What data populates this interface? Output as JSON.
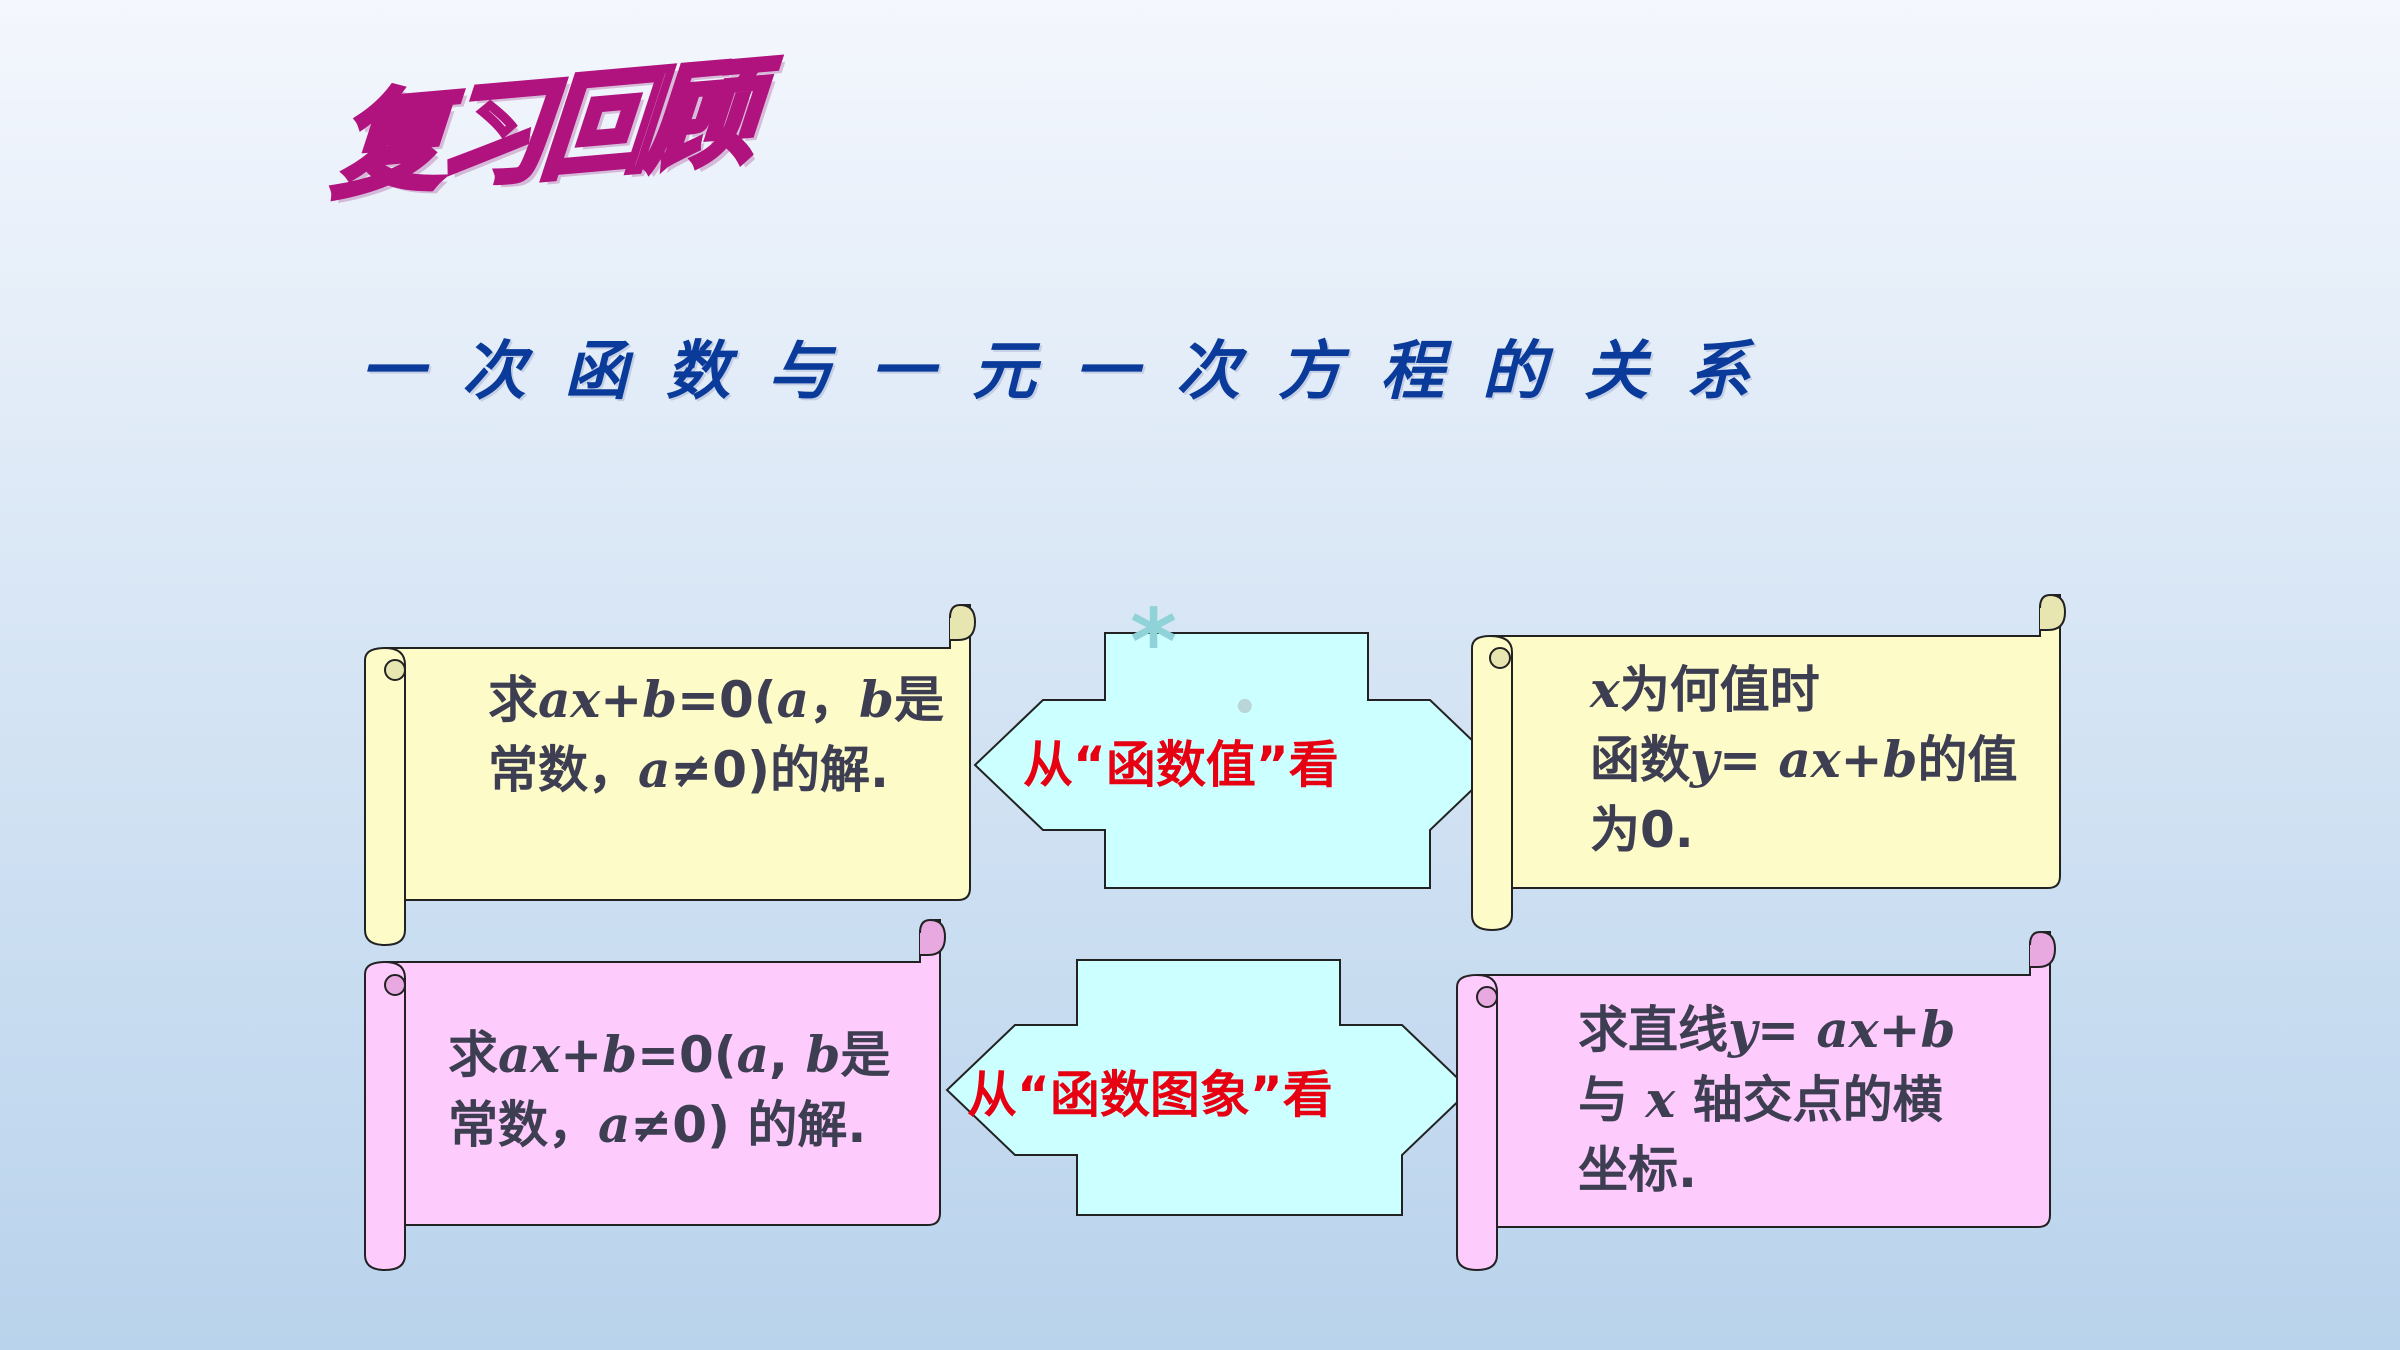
{
  "slide": {
    "title": "复习回顾",
    "subtitle": "一次函数与一元一次方程的关系"
  },
  "row1": {
    "left": {
      "line1_a": "求",
      "line1_b": "ax",
      "line1_c": "+",
      "line1_d": "b",
      "line1_e": "=0(",
      "line1_f": "a",
      "line1_g": "，",
      "line1_h": "b",
      "line1_i": "是",
      "line2_a": "常数，",
      "line2_b": "a",
      "line2_c": "≠0)的解."
    },
    "arrow_label": "从“函数值”看",
    "right": {
      "line1_a": "x",
      "line1_b": "为何值时",
      "line2_a": "函数",
      "line2_b": "y",
      "line2_c": "= ",
      "line2_d": "ax",
      "line2_e": "+",
      "line2_f": "b",
      "line2_g": "的值",
      "line3": "为0."
    }
  },
  "row2": {
    "left": {
      "line1_a": "求",
      "line1_b": "ax",
      "line1_c": "+",
      "line1_d": "b",
      "line1_e": "=0(",
      "line1_f": "a",
      "line1_g": ", ",
      "line1_h": "b",
      "line1_i": "是",
      "line2_a": "常数，",
      "line2_b": "a",
      "line2_c": "≠0) 的解."
    },
    "arrow_label": "从“函数图象”看",
    "right": {
      "line1_a": "求直线",
      "line1_b": "y",
      "line1_c": "= ",
      "line1_d": "ax",
      "line1_e": "+",
      "line1_f": "b",
      "line2_a": "与 ",
      "line2_b": "x",
      "line2_c": " 轴交点的横",
      "line3": "坐标."
    }
  },
  "colors": {
    "yellow_scroll": "#fdfcc8",
    "pink_scroll": "#fdccfd",
    "arrow_fill": "#ccffff",
    "label_red": "#e60012",
    "title_stroke": "#b0127e",
    "subtitle_blue": "#0a3b9a"
  }
}
